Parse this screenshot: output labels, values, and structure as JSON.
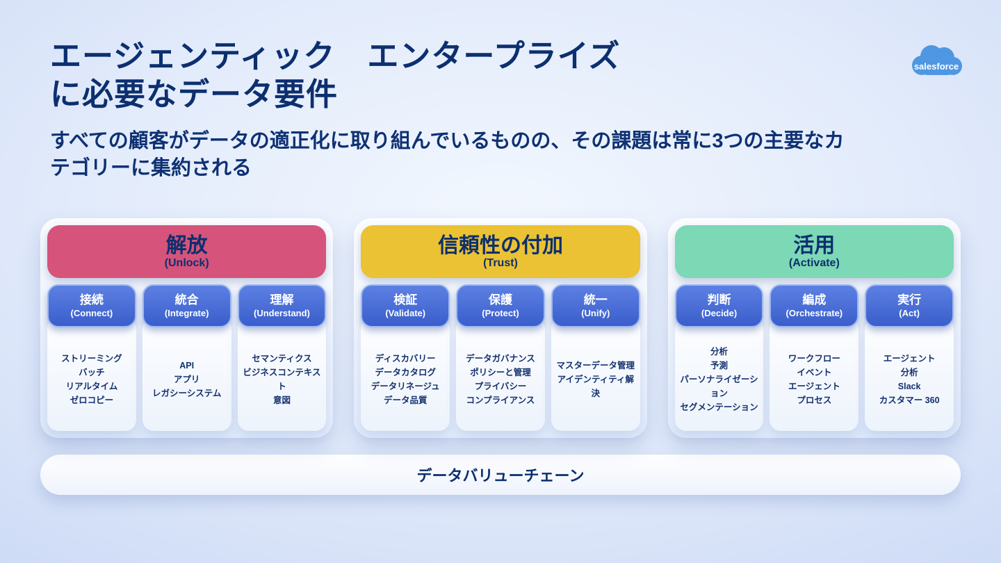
{
  "slide": {
    "title_line1": "エージェンティック　エンタープライズ",
    "title_line2": "に必要なデータ要件",
    "subtitle": "すべての顧客がデータの適正化に取り組んでいるものの、その課題は常に3つの主要なカテゴリーに集約される",
    "footer": "データバリューチェーン",
    "logo_text": "salesforce"
  },
  "colors": {
    "unlock_pink": "#d6537b",
    "trust_yellow": "#eac233",
    "activate_green": "#7cd8b5",
    "pill_blue": "#4468d0",
    "title_navy": "#0c2f6f",
    "logo_blue": "#4f97e3"
  },
  "columns": [
    {
      "header": {
        "jp": "解放",
        "en": "(Unlock)"
      },
      "groups": [
        {
          "jp": "接続",
          "en": "(Connect)",
          "items": [
            "ストリーミング",
            "バッチ",
            "リアルタイム",
            "ゼロコピー"
          ]
        },
        {
          "jp": "統合",
          "en": "(Integrate)",
          "items": [
            "API",
            "アプリ",
            "レガシーシステム"
          ]
        },
        {
          "jp": "理解",
          "en": "(Understand)",
          "items": [
            "セマンティクス",
            "ビジネスコンテキスト",
            "意図"
          ]
        }
      ]
    },
    {
      "header": {
        "jp": "信頼性の付加",
        "en": "(Trust)"
      },
      "groups": [
        {
          "jp": "検証",
          "en": "(Validate)",
          "items": [
            "ディスカバリー",
            "データカタログ",
            "データリネージュ",
            "データ品質"
          ]
        },
        {
          "jp": "保護",
          "en": "(Protect)",
          "items": [
            "データガバナンス",
            "ポリシーと管理",
            "プライバシー",
            "コンプライアンス"
          ]
        },
        {
          "jp": "統一",
          "en": "(Unify)",
          "items": [
            "マスターデータ管理",
            "アイデンティティ解決"
          ]
        }
      ]
    },
    {
      "header": {
        "jp": "活用",
        "en": "(Activate)"
      },
      "groups": [
        {
          "jp": "判断",
          "en": "(Decide)",
          "items": [
            "分析",
            "予測",
            "パーソナライゼーション",
            "セグメンテーション"
          ]
        },
        {
          "jp": "編成",
          "en": "(Orchestrate)",
          "items": [
            "ワークフロー",
            "イベント",
            "エージェント",
            "プロセス"
          ]
        },
        {
          "jp": "実行",
          "en": "(Act)",
          "items": [
            "エージェント",
            "分析",
            "Slack",
            "カスタマー 360"
          ]
        }
      ]
    }
  ]
}
